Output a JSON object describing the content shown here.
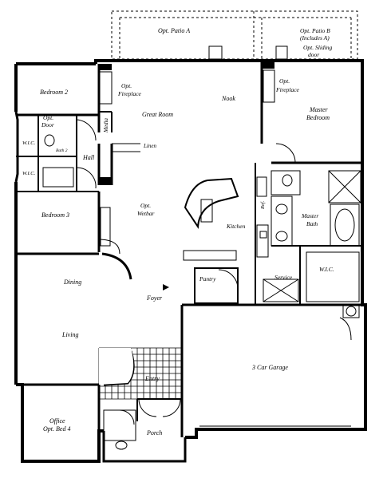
{
  "floor_plan": {
    "rooms": {
      "opt_patio_a": "Opt. Patio A",
      "opt_patio_b_1": "Opt. Patio B",
      "opt_patio_b_2": "(Includes A)",
      "opt_sliding_door_1": "Opt. Sliding",
      "opt_sliding_door_2": "door",
      "bedroom_2": "Bedroom 2",
      "opt_fireplace_left_1": "Opt.",
      "opt_fireplace_left_2": "Fireplace",
      "great_room": "Great Room",
      "nook": "Nook",
      "opt_fireplace_right_1": "Opt.",
      "opt_fireplace_right_2": "Fireplace",
      "master_bedroom_1": "Master",
      "master_bedroom_2": "Bedroom",
      "opt_door_1": "Opt.",
      "opt_door_2": "Door",
      "media": "Media",
      "wic_left_top": "W.I.C.",
      "bath_2": "Bath 2",
      "hall": "Hall",
      "linen": "Linen",
      "wic_left_bottom": "W.I.C.",
      "bedroom_3": "Bedroom 3",
      "opt_wetbar_1": "Opt.",
      "opt_wetbar_2": "Wetbar",
      "ref": "Ref.",
      "master_bath_1": "Master",
      "master_bath_2": "Bath",
      "kitchen": "Kitchen",
      "pantry": "Pantry",
      "service": "Service",
      "wic_master": "W.I.C.",
      "dining": "Dining",
      "foyer": "Foyer",
      "living": "Living",
      "garage": "3 Car Garage",
      "entry": "Entry",
      "office_1": "Office",
      "office_2": "Opt. Bed 4",
      "porch": "Porch"
    }
  }
}
